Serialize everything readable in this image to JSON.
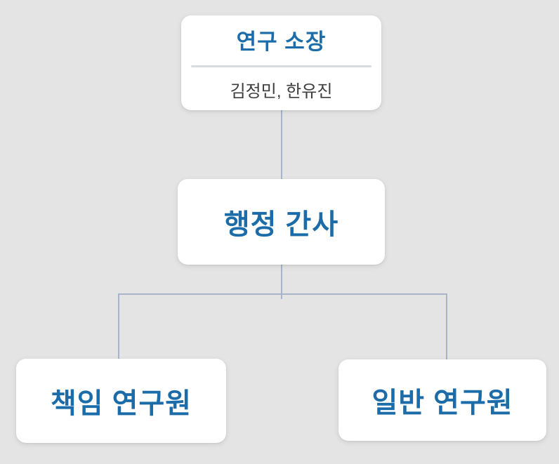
{
  "colors": {
    "background": "#e4e4e4",
    "card": "#ffffff",
    "title_blue": "#1b6ca8",
    "subtitle": "#3d3d3d",
    "divider": "#d9dcdf",
    "connector": "#a9b4c8"
  },
  "org_chart": {
    "root": {
      "title": "연구 소장",
      "members": "김정민, 한유진"
    },
    "level2": {
      "title": "행정 간사"
    },
    "level3": [
      {
        "title": "책임 연구원"
      },
      {
        "title": "일반 연구원"
      }
    ]
  }
}
